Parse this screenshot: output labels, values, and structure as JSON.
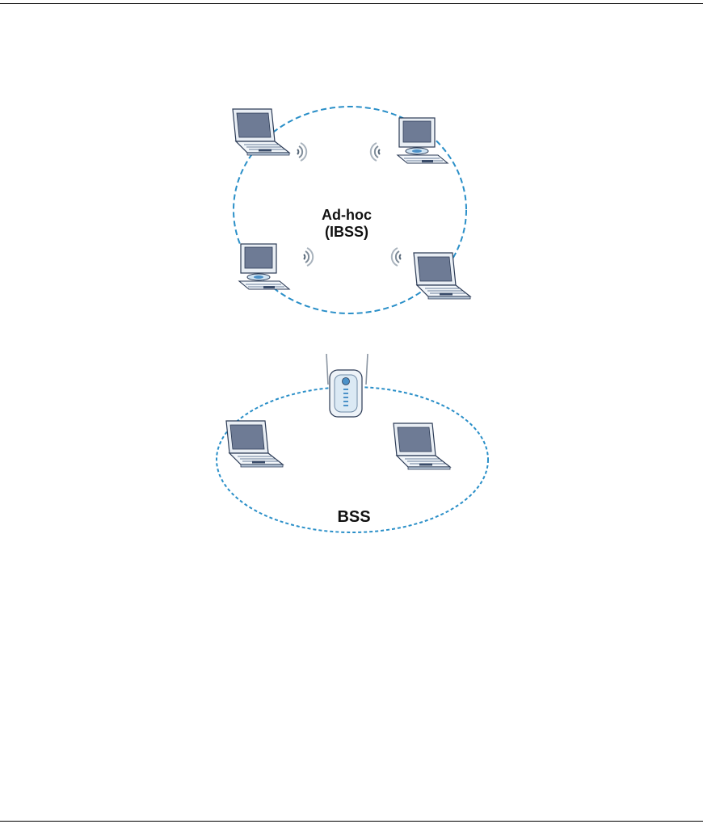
{
  "diagram": {
    "adhoc": {
      "label_line1": "Ad-hoc",
      "label_line2": "(IBSS)"
    },
    "bss": {
      "label": "BSS"
    }
  },
  "colors": {
    "dash_ring": "#2a8fc8",
    "screen": "#6e7b95",
    "device_body": "#e9eef4",
    "outline": "#2b3a55"
  },
  "icons": [
    "laptop-icon",
    "desktop-computer-icon",
    "wireless-signal-icon",
    "access-point-icon"
  ]
}
